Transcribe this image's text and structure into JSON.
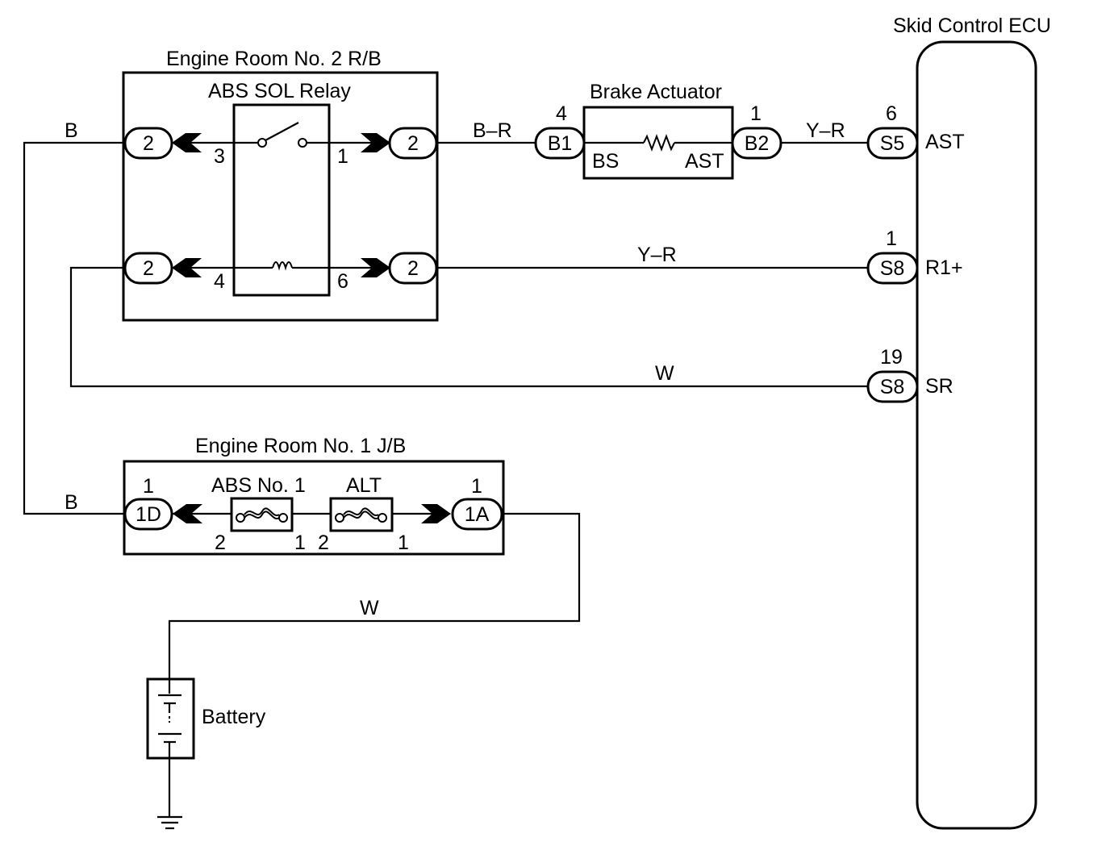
{
  "components": {
    "ecu": {
      "title": "Skid Control ECU",
      "terminals": {
        "ast": "AST",
        "r1": "R1+",
        "sr": "SR"
      }
    },
    "rb2": {
      "title": "Engine Room No. 2 R/B",
      "relay_title": "ABS SOL Relay"
    },
    "actuator": {
      "title": "Brake Actuator",
      "left_terminal": "BS",
      "right_terminal": "AST"
    },
    "jb1": {
      "title": "Engine Room No. 1 J/B",
      "fuse1": "ABS No. 1",
      "fuse2": "ALT"
    },
    "battery": {
      "label": "Battery"
    }
  },
  "connectors": {
    "rb_left_top": "2",
    "rb_left_bottom": "2",
    "rb_right_top": "2",
    "rb_right_bottom": "2",
    "b1": "B1",
    "b2": "B2",
    "s5": "S5",
    "s8_r1": "S8",
    "s8_sr": "S8",
    "jb_1d": "1D",
    "jb_1a": "1A"
  },
  "pins": {
    "relay_3": "3",
    "relay_1": "1",
    "relay_4": "4",
    "relay_6": "6",
    "b1": "4",
    "b2": "1",
    "s5": "6",
    "s8_r1": "1",
    "s8_sr": "19",
    "jb_1d": "1",
    "jb_1a": "1",
    "fuse1_left": "2",
    "fuse1_right": "1",
    "fuse2_left": "2",
    "fuse2_right": "1"
  },
  "wires": {
    "b_top": "B",
    "br": "B–R",
    "yr_top": "Y–R",
    "yr_mid": "Y–R",
    "w_sr": "W",
    "b_bottom": "B",
    "w_battery": "W"
  }
}
